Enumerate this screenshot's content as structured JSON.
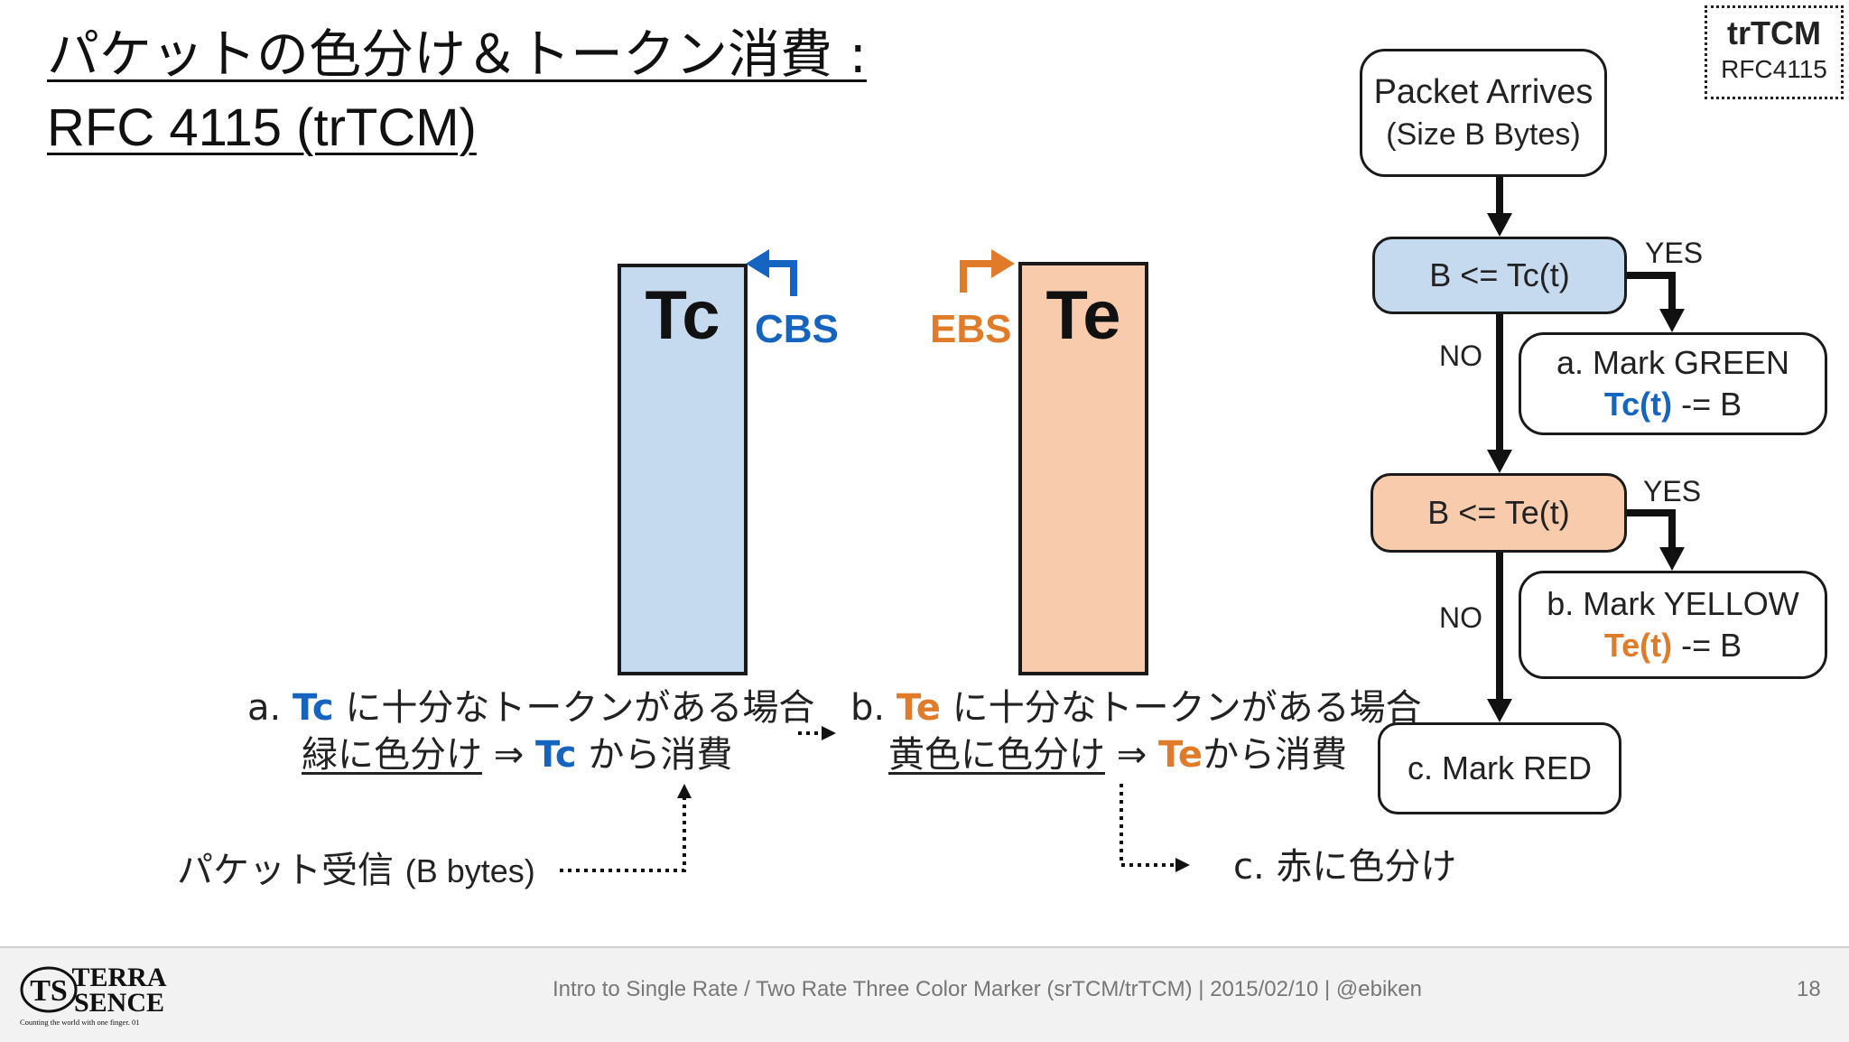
{
  "title": {
    "line1": "パケットの色分け＆トークン消費 :",
    "line2": "RFC 4115 (trTCM)"
  },
  "badge": {
    "name": "trTCM",
    "rfc": "RFC4115"
  },
  "buckets": {
    "committed": {
      "label": "Tc",
      "size_label": "CBS",
      "fill": "#c5d9ef"
    },
    "excess": {
      "label": "Te",
      "size_label": "EBS",
      "fill": "#f8cbad"
    }
  },
  "descriptions": {
    "a": {
      "prefix": "a.",
      "bucket": "Tc",
      "rest": "に十分なトークンがある場合",
      "action": "緑に色分け",
      "arrow": "⇒",
      "bucket2": "Tc",
      "consume": "から消費"
    },
    "b": {
      "prefix": "b.",
      "bucket": "Te",
      "rest": "に十分なトークンがある場合",
      "action": "黄色に色分け",
      "arrow": "⇒",
      "bucket2": "Te",
      "consume": "から消費"
    },
    "c": {
      "text": "c. 赤に色分け"
    },
    "receive": {
      "main": "パケット受信",
      "sub": "(B bytes)"
    }
  },
  "flowchart": {
    "start": {
      "line1": "Packet Arrives",
      "line2": "(Size B Bytes)"
    },
    "decision1": {
      "text": "B <= Tc(t)",
      "fill": "#c5d9ef"
    },
    "decision2": {
      "text": "B <= Te(t)",
      "fill": "#f8cbad"
    },
    "yes_label": "YES",
    "no_label": "NO",
    "result_a": {
      "line1": "a. Mark GREEN",
      "var": "Tc(t)",
      "op": " -= B"
    },
    "result_b": {
      "line1": "b. Mark YELLOW",
      "var": "Te(t)",
      "op": " -= B"
    },
    "result_c": {
      "text": "c. Mark RED"
    }
  },
  "footer": {
    "text": "Intro to Single Rate / Two Rate Three Color Marker (srTCM/trTCM) | 2015/02/10 | @ebiken",
    "page": "18",
    "logo_line1": "TERRA",
    "logo_line2": "SENCE",
    "logo_mark": "TS",
    "logo_tagline": "Counting the world with one finger. 01"
  },
  "colors": {
    "blue": "#1565c0",
    "orange": "#e07b2a",
    "tc_fill": "#c5d9ef",
    "te_fill": "#f8cbad"
  }
}
